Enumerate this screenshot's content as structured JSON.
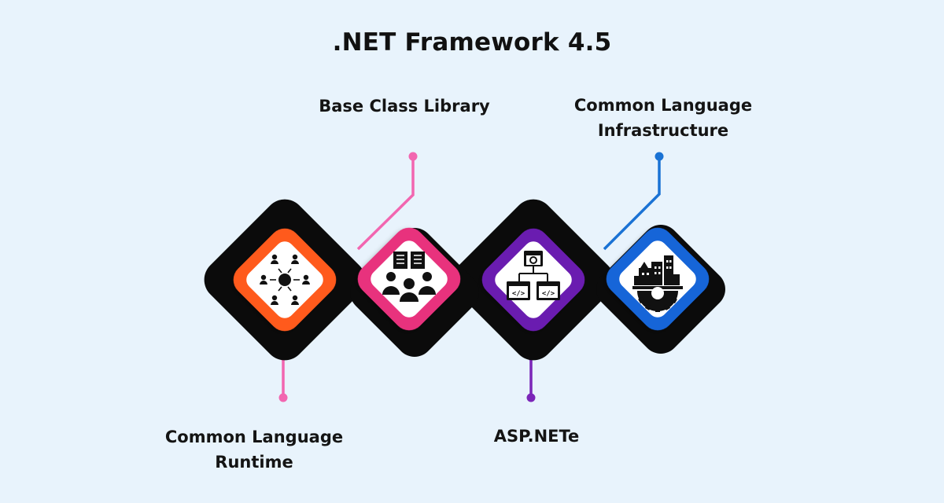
{
  "title": ".NET Framework 4.5",
  "items": [
    {
      "label_line1": "Common Language",
      "label_line2": "Runtime",
      "icon": "network-people-icon",
      "color": "#ff5a1f"
    },
    {
      "label_line1": "Base Class Library",
      "label_line2": "",
      "icon": "group-reading-icon",
      "color": "#e8317d"
    },
    {
      "label_line1": "ASP.NETe",
      "label_line2": "",
      "icon": "web-code-icon",
      "color": "#6a1bb0"
    },
    {
      "label_line1": "Common Language",
      "label_line2": "Infrastructure",
      "icon": "industry-gear-icon",
      "color": "#1565d8"
    }
  ],
  "colors": {
    "background": "#e8f3fc",
    "connector_pink": "#f266b0",
    "connector_purple": "#7b25b8",
    "connector_blue": "#1a72d4"
  }
}
